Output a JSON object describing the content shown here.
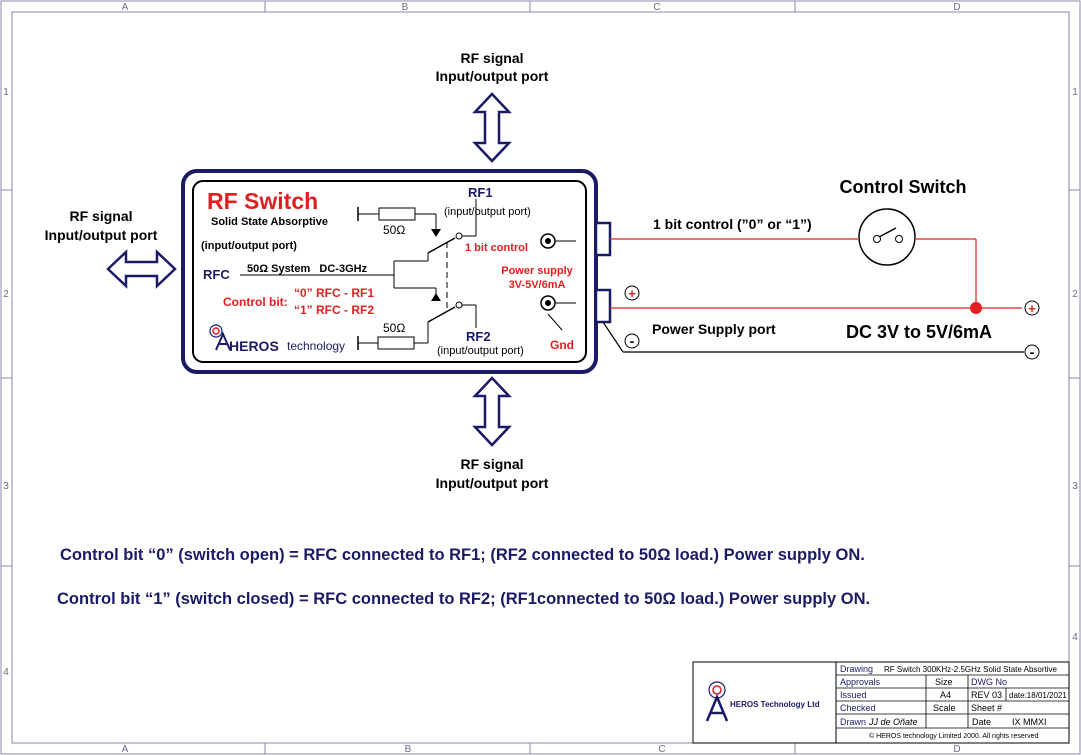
{
  "frame": {
    "columns": [
      "A",
      "B",
      "C",
      "D"
    ],
    "rows": [
      "1",
      "2",
      "3",
      "4"
    ]
  },
  "top_port": {
    "line1": "RF signal",
    "line2": "Input/output port"
  },
  "left_port": {
    "line1": "RF signal",
    "line2": "Input/output port"
  },
  "bottom_port": {
    "line1": "RF signal",
    "line2": "Input/output port"
  },
  "device": {
    "title": "RF Switch",
    "subtitle": "Solid State Absorptive",
    "rfc_port_label": "(input/output port)",
    "rfc_label": "RFC",
    "system_label": "50Ω System   DC-3GHz",
    "control_bit_label": "Control bit:",
    "control_bit_0": "“0” RFC - RF1",
    "control_bit_1": "“1” RFC - RF2",
    "brand_name": "HEROS",
    "brand_suffix": "technology",
    "rf1_label": "RF1",
    "rf1_port_label": "(input/output port)",
    "rf2_label": "RF2",
    "rf2_port_label": "(input/output port)",
    "resistor_top": "50Ω",
    "resistor_bottom": "50Ω",
    "control_input_label": "1 bit control",
    "power_supply_line1": "Power supply",
    "power_supply_line2": "3V-5V/6mA",
    "gnd_label": "Gnd"
  },
  "control_switch": {
    "title": "Control Switch",
    "line_label": "1 bit control (”0” or “1”)"
  },
  "power": {
    "plus_symbol": "+",
    "minus_symbol": "-",
    "port_label": "Power Supply port",
    "dc_label": "DC 3V to 5V/6mA"
  },
  "notes": {
    "line1": "Control bit “0” (switch open) = RFC connected to RF1; (RF2 connected to 50Ω load.) Power supply ON.",
    "line2": "Control bit “1” (switch closed) = RFC connected to RF2; (RF1connected to 50Ω load.) Power supply ON."
  },
  "title_block": {
    "logo_text": "HEROS Technology Ltd",
    "drawing_label": "Drawing",
    "drawing_value": "RF Switch 300KHz-2.5GHz Solid State Absortive",
    "approvals_label": "Approvals",
    "size_label": "Size",
    "dwg_label": "DWG No",
    "issued_label": "Issued",
    "size_value": "A4",
    "rev_label": "REV 03",
    "date_issue": "date:18/01/2021",
    "checked_label": "Checked",
    "scale_label": "Scale",
    "sheet_label": "Sheet #",
    "drawn_label": "Drawn",
    "drawn_value": "JJ de Oñate",
    "date_label": "Date",
    "date_value": "IX MMXI",
    "copyright": "© HEROS technology Limited 2000. All rights reserved"
  },
  "colors": {
    "navy": "#1a1a66",
    "red": "#e02020",
    "black": "#000000"
  }
}
